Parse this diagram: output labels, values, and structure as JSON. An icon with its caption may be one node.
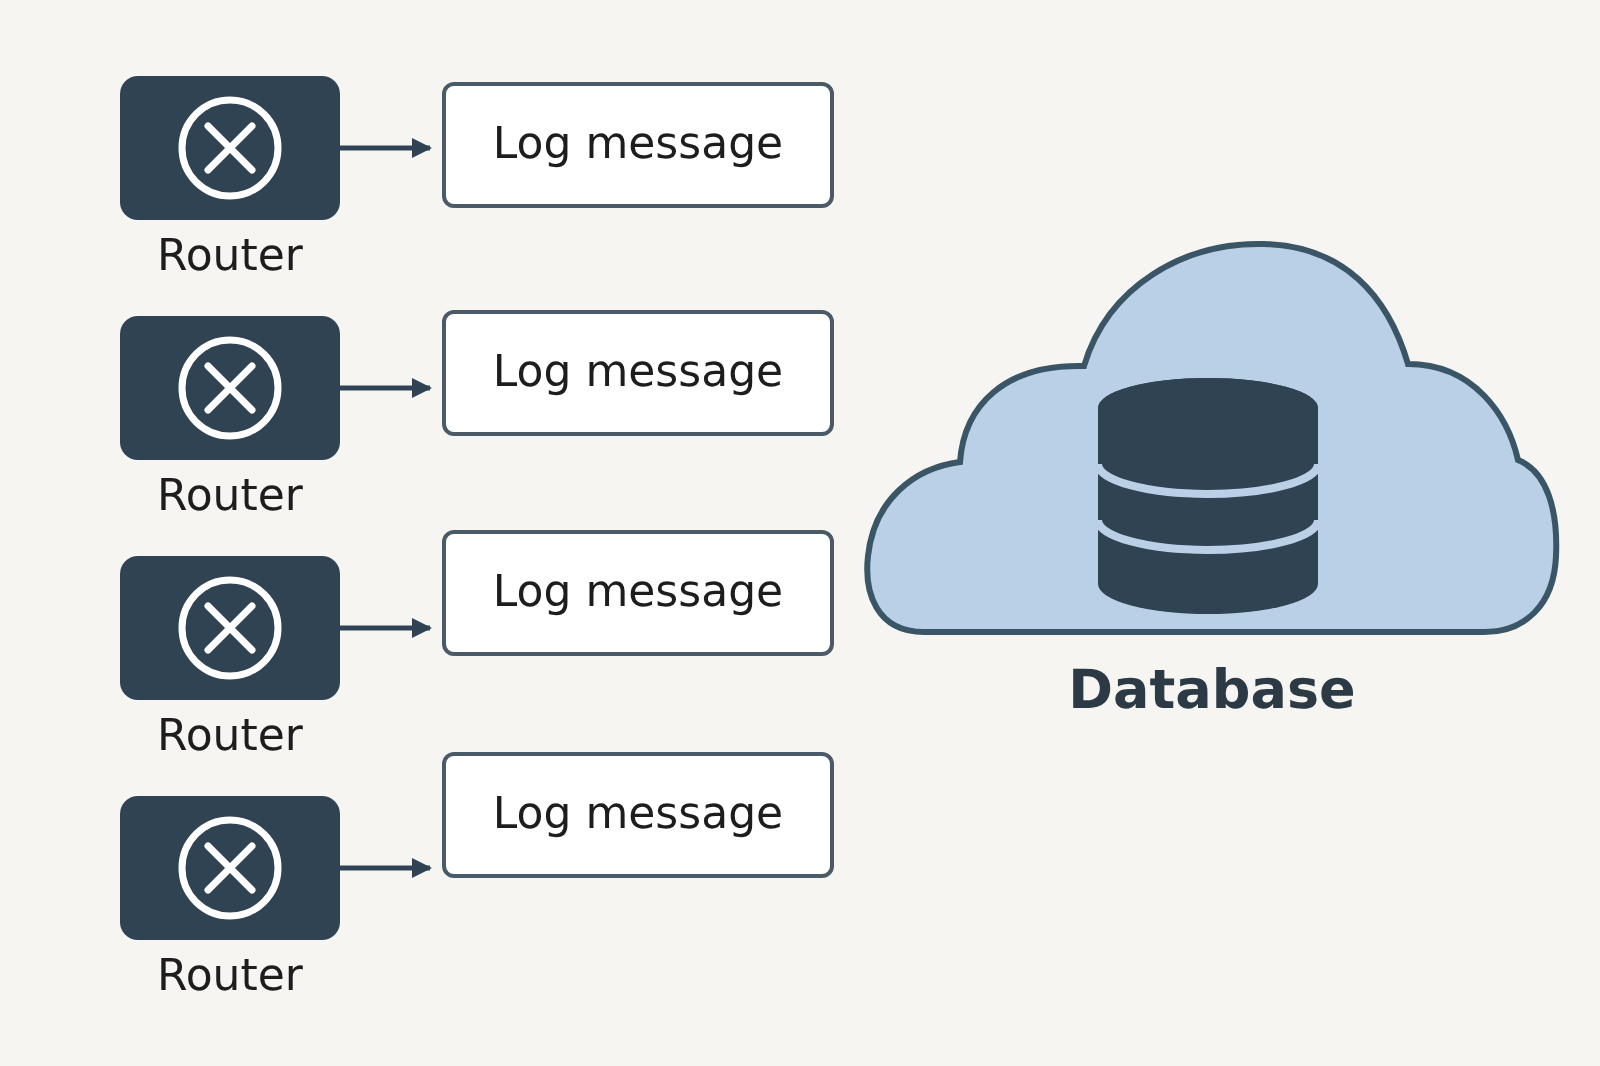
{
  "diagram": {
    "nodes": [
      {
        "text": [
          "Router"
        ]
      },
      {
        "text": [
          "Log message"
        ]
      },
      {
        "text": [
          "Router"
        ]
      },
      {
        "text": [
          "Log message"
        ]
      },
      {
        "text": [
          "Router"
        ]
      },
      {
        "text": [
          "Log message"
        ]
      },
      {
        "text": [
          "Router"
        ]
      },
      {
        "text": [
          "Log message"
        ]
      },
      {
        "text": [
          "Database"
        ]
      }
    ],
    "edges": [
      {
        "from": 0,
        "to": 1,
        "arrow": "to"
      },
      {
        "from": 2,
        "to": 3,
        "arrow": "to"
      },
      {
        "from": 4,
        "to": 5,
        "arrow": "to"
      },
      {
        "from": 6,
        "to": 7,
        "arrow": "to"
      }
    ]
  }
}
